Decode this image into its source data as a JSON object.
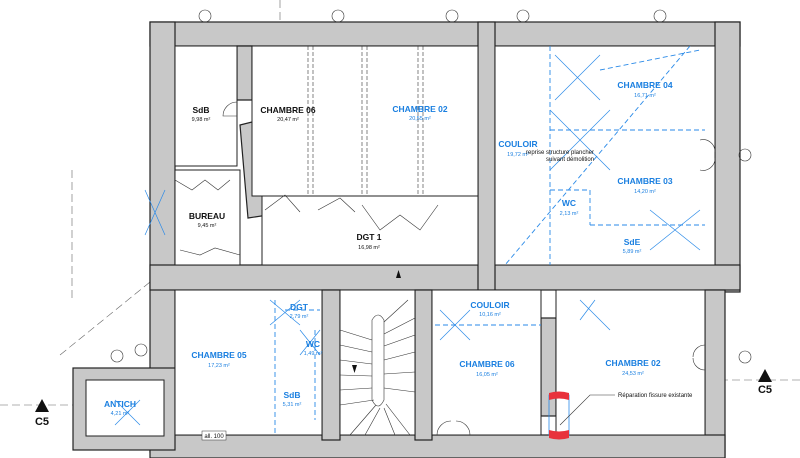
{
  "plan": {
    "rooms": [
      {
        "name": "SdB",
        "area": "9,98 m²",
        "status": "existing"
      },
      {
        "name": "CHAMBRE 06",
        "area": "20,47 m²",
        "status": "existing"
      },
      {
        "name": "CHAMBRE 02",
        "area": "20,55 m²",
        "status": "modified"
      },
      {
        "name": "BUREAU",
        "area": "9,45 m²",
        "status": "existing"
      },
      {
        "name": "DGT 1",
        "area": "16,98 m²",
        "status": "existing"
      },
      {
        "name": "CHAMBRE 04",
        "area": "16,71 m²",
        "status": "modified"
      },
      {
        "name": "COULOIR",
        "area": "19,72 m²",
        "status": "modified"
      },
      {
        "name": "CHAMBRE 03",
        "area": "14,20 m²",
        "status": "modified"
      },
      {
        "name": "WC",
        "area": "2,13 m²",
        "status": "modified"
      },
      {
        "name": "SdE",
        "area": "5,89 m²",
        "status": "modified"
      },
      {
        "name": "DGT",
        "area": "2,79 m²",
        "status": "modified"
      },
      {
        "name": "WC",
        "area": "1,49 m²",
        "status": "modified"
      },
      {
        "name": "CHAMBRE 05",
        "area": "17,23 m²",
        "status": "modified"
      },
      {
        "name": "SdB",
        "area": "5,31 m²",
        "status": "modified"
      },
      {
        "name": "ANTICH",
        "area": "4,21 m²",
        "status": "modified"
      },
      {
        "name": "COULOIR",
        "area": "10,16 m²",
        "status": "modified"
      },
      {
        "name": "CHAMBRE 06",
        "area": "16,05 m²",
        "status": "modified"
      },
      {
        "name": "CHAMBRE 02",
        "area": "24,53 m²",
        "status": "modified"
      }
    ],
    "annotations": {
      "floor_note_line1": "reprise structure plancher",
      "floor_note_line2": "suivant démolition",
      "crack_note": "Réparation fissure existante",
      "allege": "all. 100"
    },
    "section_markers": {
      "left": "C5",
      "right": "C5"
    },
    "colors": {
      "existing": "#111111",
      "modified": "#1a7fe0",
      "wall": "#c8c8c8",
      "repair": "#e8323c"
    }
  }
}
